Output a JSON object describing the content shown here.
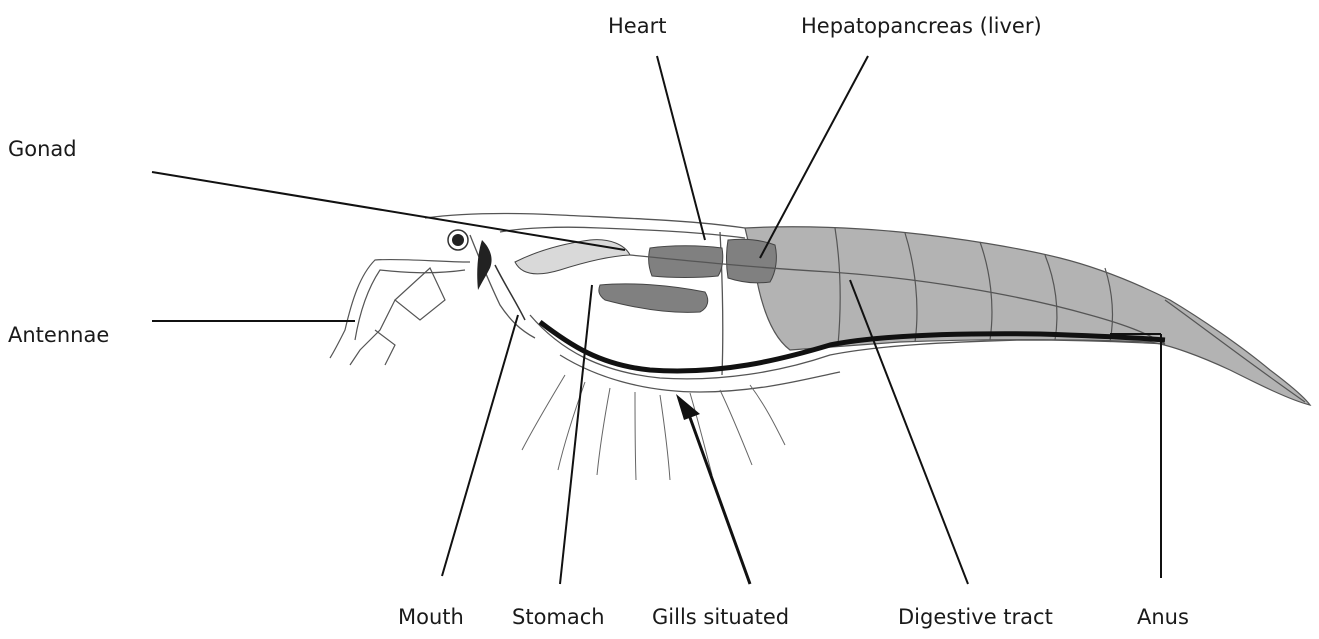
{
  "labels": {
    "heart": "Heart",
    "hepatopancreas": "Hepatopancreas (liver)",
    "gonad": "Gonad",
    "antennae": "Antennae",
    "mouth": "Mouth",
    "stomach": "Stomach",
    "gills": "Gills situated",
    "digestive_tract": "Digestive tract",
    "anus": "Anus"
  },
  "colors": {
    "outline": "#444444",
    "shell_grey": "#b3b3b3",
    "organ_dark": "#808080",
    "gut_black": "#111111",
    "leader": "#111111"
  }
}
